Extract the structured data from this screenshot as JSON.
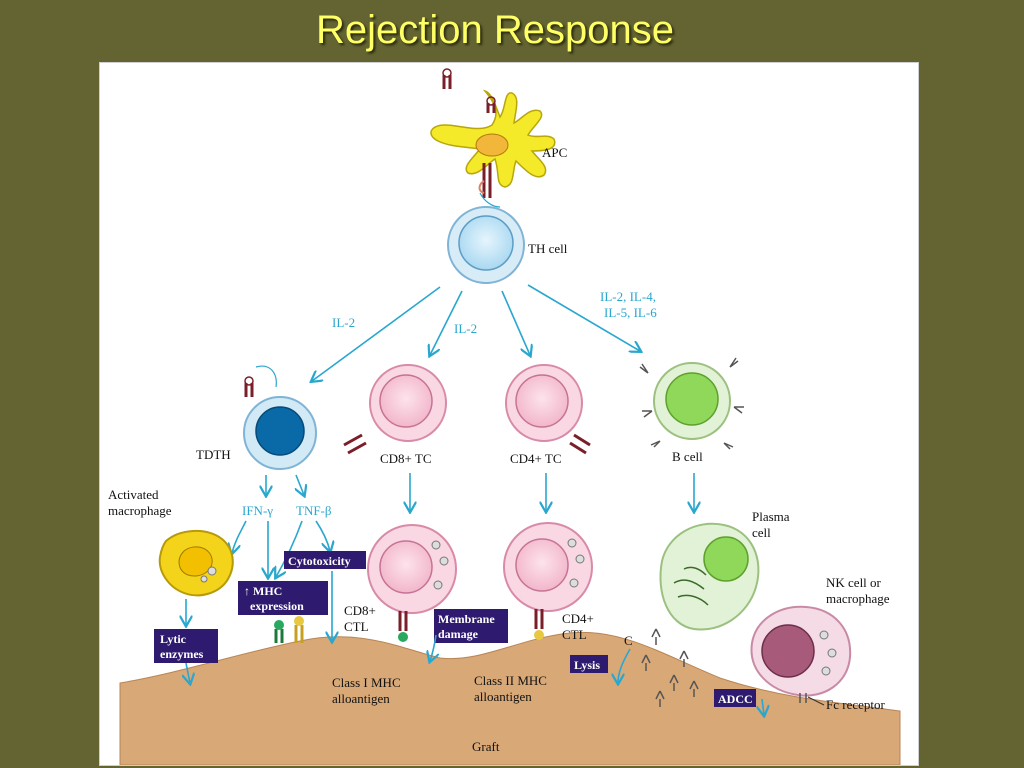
{
  "title": "Rejection Response",
  "labels": {
    "apc": "APC",
    "th_cell": "TH cell",
    "tdth": "TDTH",
    "cd8_tc": "CD8+ TC",
    "cd4_tc": "CD4+ TC",
    "b_cell": "B cell",
    "activated_macrophage_1": "Activated",
    "activated_macrophage_2": "macrophage",
    "plasma_cell_1": "Plasma",
    "plasma_cell_2": "cell",
    "nk_cell_1": "NK cell or",
    "nk_cell_2": "macrophage",
    "cd8_ctl_1": "CD8+",
    "cd8_ctl_2": "CTL",
    "cd4_ctl_1": "CD4+",
    "cd4_ctl_2": "CTL",
    "class1_1": "Class I MHC",
    "class1_2": "alloantigen",
    "class2_1": "Class II MHC",
    "class2_2": "alloantigen",
    "fc_receptor": "Fc receptor",
    "graft": "Graft",
    "complement": "C"
  },
  "cytokines": {
    "il2_left": "IL-2",
    "il2_mid": "IL-2",
    "il_b_1": "IL-2, IL-4,",
    "il_b_2": "IL-5, IL-6",
    "ifn": "IFN-γ",
    "tnf": "TNF-β"
  },
  "effect_boxes": {
    "cytotoxicity": "Cytotoxicity",
    "mhc_1": "↑ MHC",
    "mhc_2": "expression",
    "lytic_1": "Lytic",
    "lytic_2": "enzymes",
    "membrane_1": "Membrane",
    "membrane_2": "damage",
    "lysis": "Lysis",
    "adcc": "ADCC"
  },
  "colors": {
    "background": "#636432",
    "title": "#ffff66",
    "arrow": "#2aa7cf",
    "box": "#2e1a6e",
    "graft": "#d9a877",
    "apc": "#f4ea2a",
    "th_cell": "#bfe3f6",
    "tdth_nucleus": "#0a6aa8",
    "tc_cell": "#f7c9d9",
    "b_cell": "#8fd85a",
    "macrophage": "#f4d41a",
    "nk_nucleus": "#a85a7a"
  }
}
